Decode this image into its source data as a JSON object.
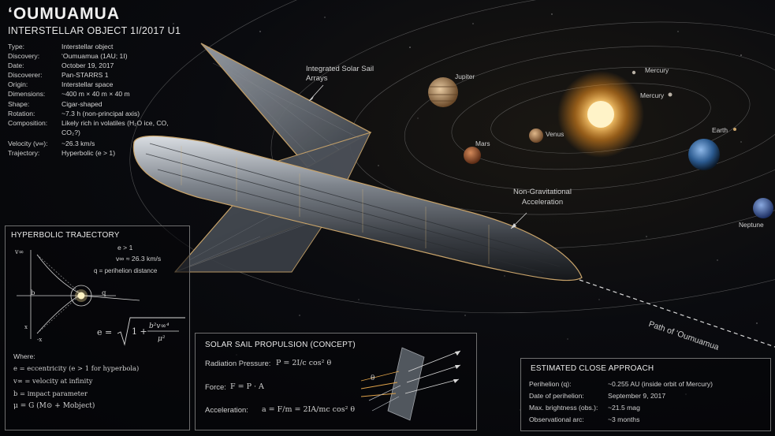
{
  "header": {
    "title": "‘OUMUAMUA",
    "subtitle": "INTERSTELLAR OBJECT 1I/2017 U1"
  },
  "facts": [
    {
      "key": "Type:",
      "value": "Interstellar object"
    },
    {
      "key": "Discovery:",
      "value": "‘Oumuamua (1AU; 1I)"
    },
    {
      "key": "Date:",
      "value": "October 19, 2017"
    },
    {
      "key": "Discoverer:",
      "value": "Pan-STARRS 1"
    },
    {
      "key": "Origin:",
      "value": "Interstellar space"
    },
    {
      "key": "Dimensions:",
      "value": "~400 m × 40 m × 40 m"
    },
    {
      "key": "Shape:",
      "value": "Cigar-shaped"
    },
    {
      "key": "Rotation:",
      "value": "~7.3 h (non-principal axis)"
    },
    {
      "key": "Composition:",
      "value": "Likely rich in volatiles (H₂O ice, CO, CO₂?)"
    },
    {
      "key": "Velocity (v∞):",
      "value": "~26.3 km/s"
    },
    {
      "key": "Trajectory:",
      "value": "Hyperbolic (e > 1)"
    }
  ],
  "annotations": {
    "sail_arrays": "Integrated Solar Sail Arrays",
    "non_grav": "Non-Gravitational Acceleration",
    "path": "Path of ‘Oumuamua"
  },
  "planets": {
    "jupiter": "Jupiter",
    "mercury_outer": "Mercury",
    "mercury_inner": "Mercury",
    "venus": "Venus",
    "mars": "Mars",
    "earth": "Earth",
    "neptune": "Neptune"
  },
  "hyperbolic": {
    "title": "HYPERBOLIC TRAJECTORY",
    "e_gt_1": "e > 1",
    "v_inf": "v∞ ≈ 26.3 km/s",
    "q_label": "q = perihelion distance",
    "axis_v": "v∞",
    "b": "b",
    "q": "q",
    "x": "x",
    "neg_x": "-x",
    "formula_lhs": "e =",
    "where": "Where:",
    "defs": [
      "e  = eccentricity (e > 1 for hyperbola)",
      "v∞ = velocity at infinity",
      "b  = impact parameter",
      "μ  = G (M⊙ + Mobject)"
    ]
  },
  "sail": {
    "title": "SOLAR SAIL PROPULSION (CONCEPT)",
    "radiation": "Radiation Pressure:",
    "radiation_eq": "P = 2I/c cos² θ",
    "force": "Force:",
    "force_eq": "F = P · A",
    "accel": "Acceleration:",
    "accel_eq": "a = F/m = 2IA/mc cos² θ",
    "theta": "θ"
  },
  "approach": {
    "title": "ESTIMATED CLOSE APPROACH",
    "rows": [
      {
        "key": "Perihelion (q):",
        "value": "~0.255 AU (inside orbit of Mercury)"
      },
      {
        "key": "Date of perihelion:",
        "value": "September 9, 2017"
      },
      {
        "key": "Max. brightness (obs.):",
        "value": "~21.5 mag"
      },
      {
        "key": "Observational arc:",
        "value": "~3 months"
      }
    ]
  },
  "colors": {
    "sun": "#ffd27a",
    "accent": "#e0a34a",
    "panel_border": "#6f6f6f"
  }
}
